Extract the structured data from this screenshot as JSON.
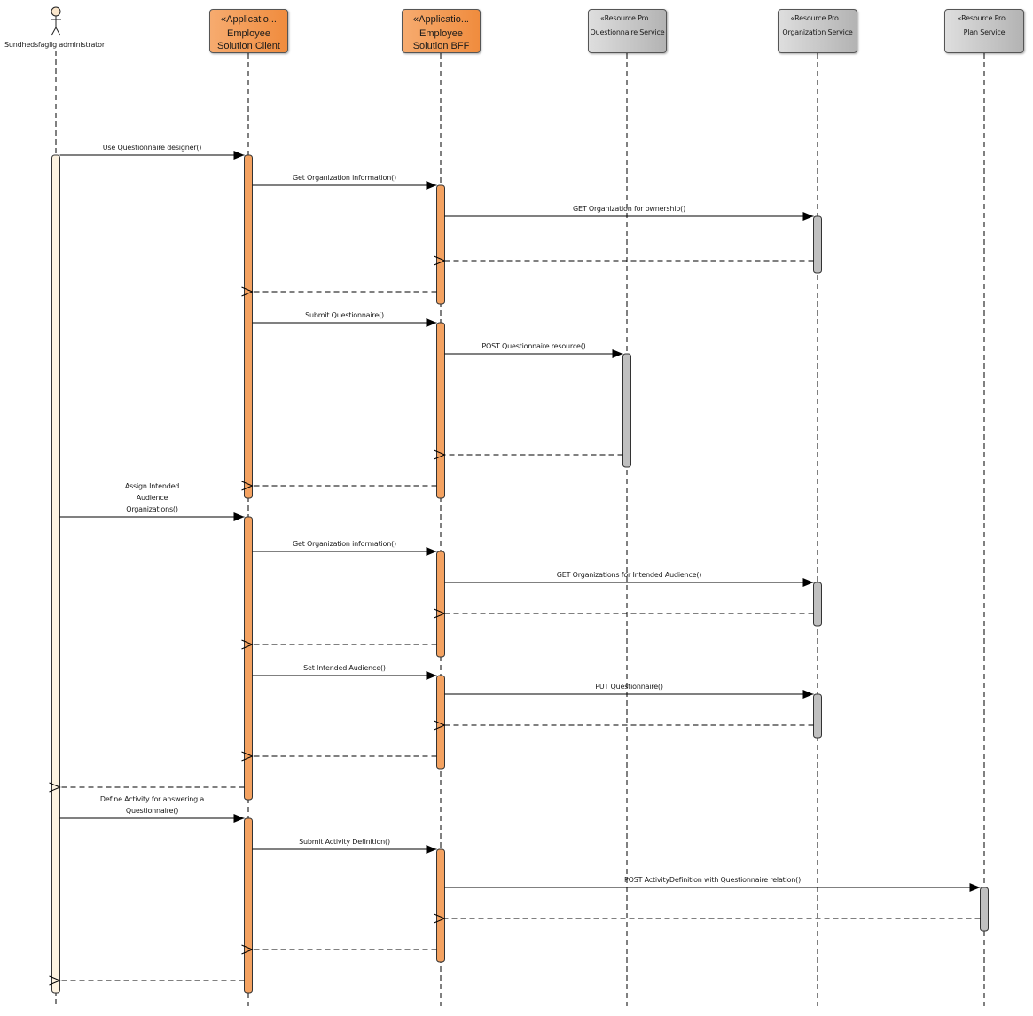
{
  "diagram": {
    "type": "UML sequence diagram",
    "colors": {
      "application": "#f4a261",
      "application_dark": "#f08c3e",
      "resource": "#c0c0c0",
      "actor_activation": "#fdf3e1",
      "actor_head": "#fbe7cc",
      "line": "#000000"
    }
  },
  "participants": [
    {
      "id": "actor",
      "kind": "actor",
      "name": "Sundhedsfaglig administrator",
      "stereotype": ""
    },
    {
      "id": "client",
      "kind": "application",
      "stereotype": "«Applicatio...",
      "name_lines": [
        "Employee",
        "Solution Client"
      ]
    },
    {
      "id": "bff",
      "kind": "application",
      "stereotype": "«Applicatio...",
      "name_lines": [
        "Employee",
        "Solution BFF"
      ]
    },
    {
      "id": "qs",
      "kind": "resource",
      "stereotype": "«Resource Pro...",
      "name_lines": [
        "Questionnaire Service"
      ]
    },
    {
      "id": "org",
      "kind": "resource",
      "stereotype": "«Resource Pro...",
      "name_lines": [
        "Organization Service"
      ]
    },
    {
      "id": "plan",
      "kind": "resource",
      "stereotype": "«Resource Pro...",
      "name_lines": [
        "Plan Service"
      ]
    }
  ],
  "messages": [
    {
      "seq": 1,
      "from": "actor",
      "to": "client",
      "type": "call",
      "label_lines": [
        "Use Questionnaire designer()"
      ]
    },
    {
      "seq": 2,
      "from": "client",
      "to": "bff",
      "type": "call",
      "label_lines": [
        "Get Organization information()"
      ]
    },
    {
      "seq": 3,
      "from": "bff",
      "to": "org",
      "type": "call",
      "label_lines": [
        "GET Organization for ownership()"
      ]
    },
    {
      "seq": 4,
      "from": "org",
      "to": "bff",
      "type": "return",
      "label_lines": []
    },
    {
      "seq": 5,
      "from": "bff",
      "to": "client",
      "type": "return",
      "label_lines": []
    },
    {
      "seq": 6,
      "from": "client",
      "to": "bff",
      "type": "call",
      "label_lines": [
        "Submit Questionnaire()"
      ]
    },
    {
      "seq": 7,
      "from": "bff",
      "to": "qs",
      "type": "call",
      "label_lines": [
        "POST Questionnaire resource()"
      ]
    },
    {
      "seq": 8,
      "from": "qs",
      "to": "bff",
      "type": "return",
      "label_lines": []
    },
    {
      "seq": 9,
      "from": "bff",
      "to": "client",
      "type": "return",
      "label_lines": []
    },
    {
      "seq": 10,
      "from": "actor",
      "to": "client",
      "type": "call",
      "label_lines": [
        "Assign Intended",
        "Audience",
        "Organizations()"
      ]
    },
    {
      "seq": 11,
      "from": "client",
      "to": "bff",
      "type": "call",
      "label_lines": [
        "Get Organization information()"
      ]
    },
    {
      "seq": 12,
      "from": "bff",
      "to": "org",
      "type": "call",
      "label_lines": [
        "GET Organizations for Intended Audience()"
      ]
    },
    {
      "seq": 13,
      "from": "org",
      "to": "bff",
      "type": "return",
      "label_lines": []
    },
    {
      "seq": 14,
      "from": "bff",
      "to": "client",
      "type": "return",
      "label_lines": []
    },
    {
      "seq": 15,
      "from": "client",
      "to": "bff",
      "type": "call",
      "label_lines": [
        "Set Intended Audience()"
      ]
    },
    {
      "seq": 16,
      "from": "bff",
      "to": "org",
      "type": "call",
      "label_lines": [
        "PUT Questionnaire()"
      ]
    },
    {
      "seq": 17,
      "from": "org",
      "to": "bff",
      "type": "return",
      "label_lines": []
    },
    {
      "seq": 18,
      "from": "bff",
      "to": "client",
      "type": "return",
      "label_lines": []
    },
    {
      "seq": 19,
      "from": "client",
      "to": "actor",
      "type": "return",
      "label_lines": []
    },
    {
      "seq": 20,
      "from": "actor",
      "to": "client",
      "type": "call",
      "label_lines": [
        "Define Activity for answering a",
        "Questionnaire()"
      ]
    },
    {
      "seq": 21,
      "from": "client",
      "to": "bff",
      "type": "call",
      "label_lines": [
        "Submit Activity Definition()"
      ]
    },
    {
      "seq": 22,
      "from": "bff",
      "to": "plan",
      "type": "call",
      "label_lines": [
        "POST ActivityDefinition with Questionnaire relation()"
      ]
    },
    {
      "seq": 23,
      "from": "plan",
      "to": "bff",
      "type": "return",
      "label_lines": []
    },
    {
      "seq": 24,
      "from": "bff",
      "to": "client",
      "type": "return",
      "label_lines": []
    },
    {
      "seq": 25,
      "from": "client",
      "to": "actor",
      "type": "return",
      "label_lines": []
    }
  ],
  "activations": [
    {
      "participant": "actor",
      "from_seq": 1,
      "to_seq": 25
    },
    {
      "participant": "client",
      "from_seq": 1,
      "to_seq": 9
    },
    {
      "participant": "client",
      "from_seq": 10,
      "to_seq": 19
    },
    {
      "participant": "client",
      "from_seq": 20,
      "to_seq": 25
    },
    {
      "participant": "bff",
      "from_seq": 2,
      "to_seq": 5
    },
    {
      "participant": "bff",
      "from_seq": 6,
      "to_seq": 9
    },
    {
      "participant": "bff",
      "from_seq": 11,
      "to_seq": 14
    },
    {
      "participant": "bff",
      "from_seq": 15,
      "to_seq": 18
    },
    {
      "participant": "bff",
      "from_seq": 21,
      "to_seq": 24
    },
    {
      "participant": "org",
      "from_seq": 3,
      "to_seq": 4
    },
    {
      "participant": "qs",
      "from_seq": 7,
      "to_seq": 8
    },
    {
      "participant": "org",
      "from_seq": 12,
      "to_seq": 13
    },
    {
      "participant": "org",
      "from_seq": 16,
      "to_seq": 17
    },
    {
      "participant": "plan",
      "from_seq": 22,
      "to_seq": 23
    }
  ]
}
